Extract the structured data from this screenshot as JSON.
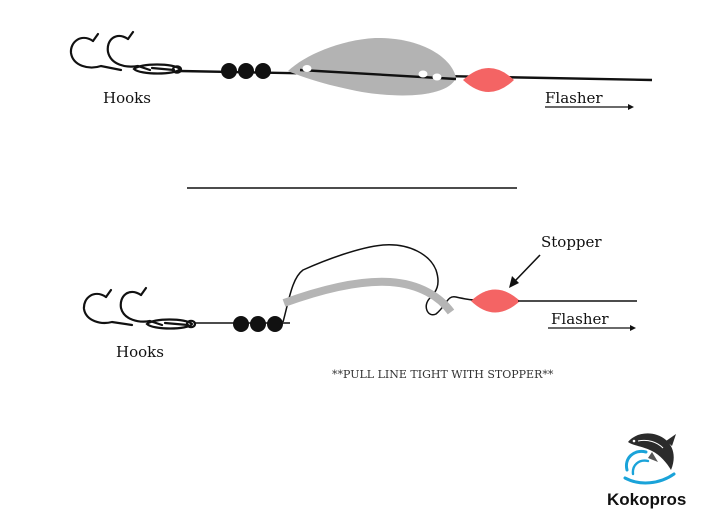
{
  "colors": {
    "line": "#111111",
    "bead": "#111111",
    "spinner_blade": "#b3b3b3",
    "stopper": "#f46464",
    "logo_water": "#1aa3d9"
  },
  "top_rig": {
    "hooks_label": "Hooks",
    "flasher_label": "Flasher"
  },
  "bottom_rig": {
    "hooks_label": "Hooks",
    "flasher_label": "Flasher",
    "stopper_label": "Stopper",
    "note": "**PULL LINE TIGHT WITH STOPPER**"
  },
  "logo": {
    "brand_name": "Kokopros"
  }
}
